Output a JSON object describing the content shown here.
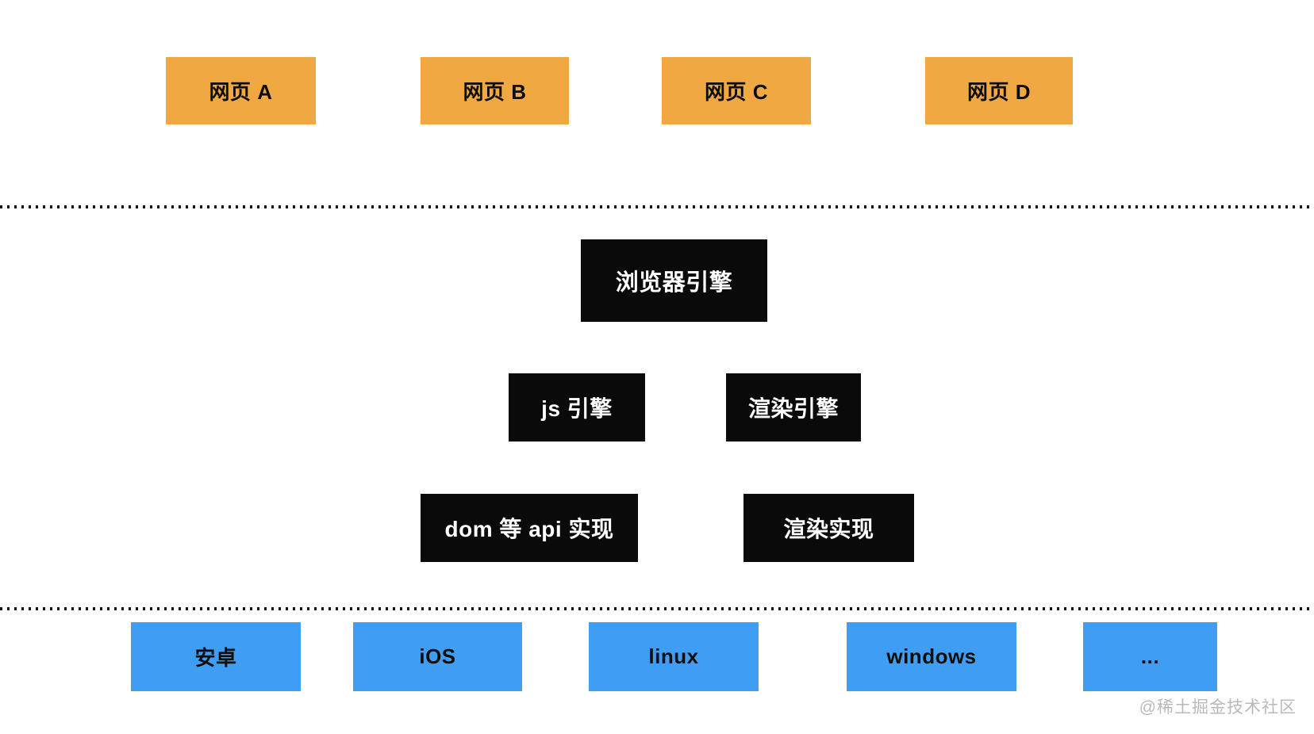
{
  "meta": {
    "description": "浏览器架构分层示意图",
    "watermark": "@稀土掘金技术社区"
  },
  "colors": {
    "webpage_box": "#F0A843",
    "engine_box": "#0A0A0A",
    "platform_box": "#3F9EF4",
    "engine_text": "#FFFFFF",
    "box_text": "#0D0D0D",
    "divider_dots": "#141414",
    "watermark_text": "#B9B9B9",
    "background": "#FFFFFF"
  },
  "layers": {
    "webpages": [
      {
        "label": "网页 A"
      },
      {
        "label": "网页 B"
      },
      {
        "label": "网页 C"
      },
      {
        "label": "网页 D"
      }
    ],
    "browser_engine": {
      "label": "浏览器引擎"
    },
    "engines": [
      {
        "label": "js 引擎"
      },
      {
        "label": "渲染引擎"
      }
    ],
    "implementations": [
      {
        "label": "dom 等 api 实现"
      },
      {
        "label": "渲染实现"
      }
    ],
    "platforms": [
      {
        "label": "安卓"
      },
      {
        "label": "iOS"
      },
      {
        "label": "linux"
      },
      {
        "label": "windows"
      },
      {
        "label": "..."
      }
    ]
  }
}
